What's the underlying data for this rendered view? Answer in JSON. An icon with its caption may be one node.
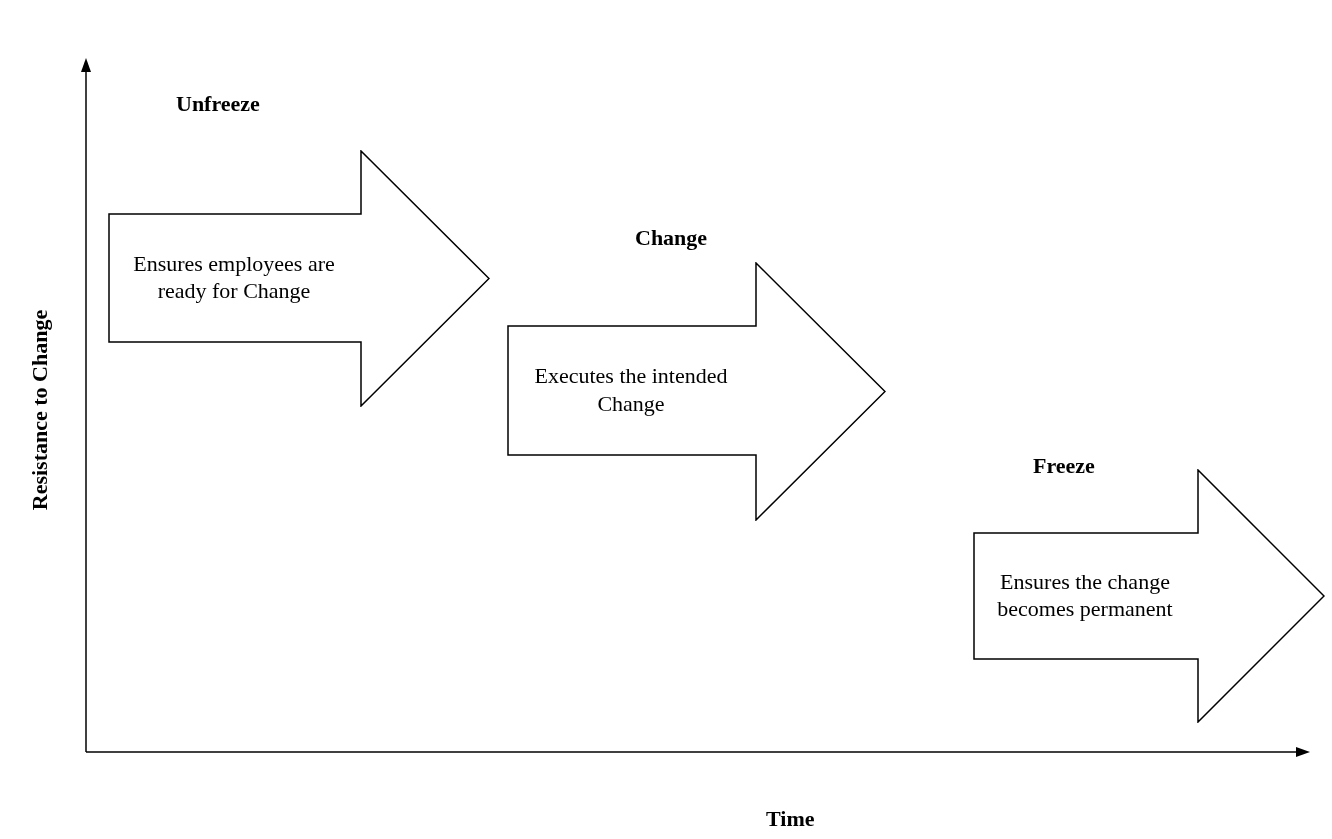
{
  "diagram": {
    "nodes": [
      {
        "text": [
          "Unfreeze",
          "Ensures employees are ready for Change"
        ]
      },
      {
        "text": [
          "Change",
          "Executes the intended Change"
        ]
      },
      {
        "text": [
          "Freeze",
          "Ensures the change becomes permanent"
        ]
      }
    ],
    "labels": [
      "Resistance to Change",
      "Time"
    ]
  }
}
